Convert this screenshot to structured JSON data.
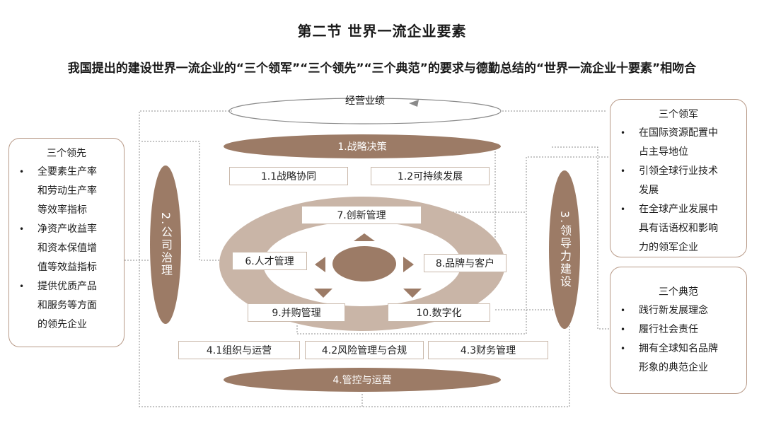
{
  "header": {
    "title": "第二节    世界一流企业要素",
    "subtitle": "我国提出的建设世界一流企业的“三个领军”“三个领先”“三个典范”的要求与德勤总结的“世界一流企业十要素”相吻合"
  },
  "diagram": {
    "top_label": "经营业绩",
    "ring_labels": {
      "strategy": "1.战略决策",
      "governance": "2.公司治理",
      "leadership": "3.领导力建设",
      "control": "4.管控与运营"
    },
    "strategy_items": [
      "1.1战略协同",
      "1.2可持续发展"
    ],
    "core_items": {
      "innovation": "7.创新管理",
      "talent": "6.人才管理",
      "brand": "8.品牌与客户",
      "mna": "9.并购管理",
      "digital": "10.数字化"
    },
    "control_items": [
      "4.1组织与运营",
      "4.2风险管理与合规",
      "4.3财务管理"
    ]
  },
  "panels": {
    "lead": {
      "title": "三个领先",
      "items": [
        [
          "全要素生产率",
          "和劳动生产率",
          "等效率指标"
        ],
        [
          "净资产收益率",
          "和资本保值增",
          "值等效益指标"
        ],
        [
          "提供优质产品",
          "和服务等方面",
          "的领先企业"
        ]
      ]
    },
    "army": {
      "title": "三个领军",
      "items": [
        [
          "在国际资源配置中",
          "占主导地位"
        ],
        [
          "引领全球行业技术",
          "发展"
        ],
        [
          "在全球产业发展中",
          "具有话语权和影响",
          "力的领军企业"
        ]
      ]
    },
    "model": {
      "title": "三个典范",
      "items": [
        [
          "践行新发展理念"
        ],
        [
          "履行社会责任"
        ],
        [
          "拥有全球知名品牌",
          "形象的典范企业"
        ]
      ]
    }
  },
  "colors": {
    "accent": "#9c7b66",
    "ring": "#c7b1a3",
    "border": "#c9b8aa"
  }
}
